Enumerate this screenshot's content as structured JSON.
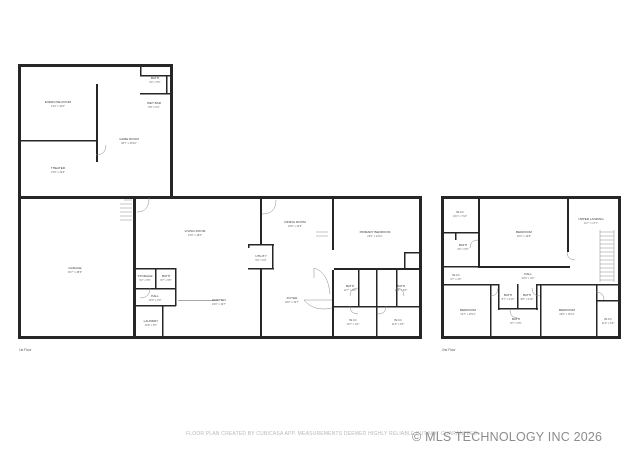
{
  "floors": [
    {
      "label": "1st Floor"
    },
    {
      "label": "2nd Floor"
    }
  ],
  "rooms": {
    "exercise_room": {
      "name": "EXERCISE ROOM",
      "dims": "13'0\" x 30'0\""
    },
    "theater": {
      "name": "THEATER",
      "dims": "13'0\" x 16'6\""
    },
    "bath_top": {
      "name": "BATH",
      "dims": "9'0\" x 5'5\""
    },
    "wet_bar": {
      "name": "WET BAR",
      "dims": "8'8\" x 6'4\""
    },
    "game_room": {
      "name": "GAME ROOM",
      "dims": "38'7\" x 30'10\""
    },
    "garage": {
      "name": "GARAGE",
      "dims": "30'7\" x 38'3\""
    },
    "living_room": {
      "name": "LIVING ROOM",
      "dims": "31'0\" x 18'0\""
    },
    "storage": {
      "name": "STORAGE",
      "dims": "5'2\" x 5'5\""
    },
    "bath_mid": {
      "name": "BATH",
      "dims": "8'7\" x 5'5\""
    },
    "hall_1": {
      "name": "HALL",
      "dims": "19'0\" x 6'0\""
    },
    "laundry": {
      "name": "LAUNDRY",
      "dims": "10'8\" x 8'7\""
    },
    "kitchen": {
      "name": "KITCHEN",
      "dims": "24'0\" x 19'7\""
    },
    "dining_room": {
      "name": "DINING ROOM",
      "dims": "16'8\" x 13'6\""
    },
    "utility": {
      "name": "UTILITY",
      "dims": "5'0\" x 6'0\""
    },
    "foyer": {
      "name": "FOYER",
      "dims": "18'0\" x 16'7\""
    },
    "primary_bedroom": {
      "name": "PRIMARY BEDROOM",
      "dims": "22'0\" x 14'11\""
    },
    "bath_p1": {
      "name": "BATH",
      "dims": "12'7\" x 8'0\""
    },
    "bath_p2": {
      "name": "BATH",
      "dims": "11'5\" x 8'0\""
    },
    "wic_1": {
      "name": "W.I.C",
      "dims": "10'7\" x 9'2\""
    },
    "wic_2": {
      "name": "W.I.C",
      "dims": "11'0\" x 9'3\""
    },
    "wic_u1": {
      "name": "W.I.C",
      "dims": "19'4\" x 7'10\""
    },
    "bath_u1": {
      "name": "BATH",
      "dims": "9'6\" x 9'5\""
    },
    "bedroom_u1": {
      "name": "BEDROOM",
      "dims": "20'2\" x 19'8\""
    },
    "upper_landing": {
      "name": "UPPER LANDING",
      "dims": "11'7\" x 17'7\""
    },
    "wic_u2": {
      "name": "W.I.C",
      "dims": "6'7\" x 4'6\""
    },
    "hall_u": {
      "name": "HALL",
      "dims": "23'0\" x 4'0\""
    },
    "bath_u2": {
      "name": "BATH",
      "dims": "8'7\" x 6'10\""
    },
    "bath_u3": {
      "name": "BATH",
      "dims": "8'8\" x 6'10\""
    },
    "bedroom_u2": {
      "name": "BEDROOM",
      "dims": "16'7\" x 15'11\""
    },
    "bedroom_u3": {
      "name": "BEDROOM",
      "dims": "18'6\" x 15'11\""
    },
    "bath_u4": {
      "name": "BATH",
      "dims": "8'7\" x 6'5\""
    },
    "wic_u3": {
      "name": "W.I.C",
      "dims": "11'0\" x 6'9\""
    }
  },
  "disclaimer": "FLOOR PLAN CREATED BY CUBICASA APP. MEASUREMENTS DEEMED HIGHLY RELIABLE BUT NOT GUARANTEED.",
  "watermark": "© MLS TECHNOLOGY INC 2026",
  "wall_color": "#262626"
}
